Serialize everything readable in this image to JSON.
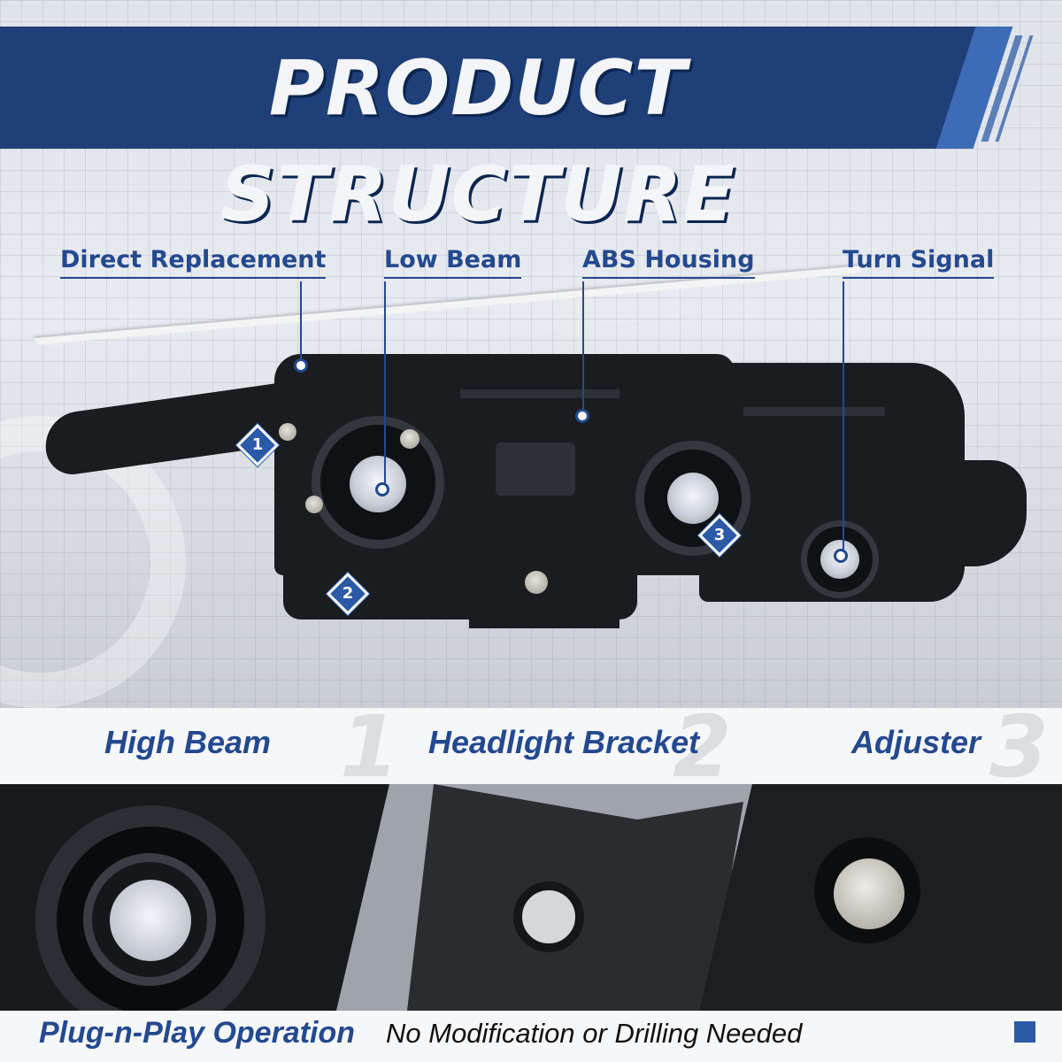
{
  "title": "PRODUCT STRUCTURE",
  "callouts": [
    {
      "label": "Direct Replacement"
    },
    {
      "label": "Low Beam"
    },
    {
      "label": "ABS Housing"
    },
    {
      "label": "Turn Signal"
    }
  ],
  "badges": [
    "1",
    "2",
    "3"
  ],
  "features": [
    {
      "label": "High Beam",
      "number": "1"
    },
    {
      "label": "Headlight Bracket",
      "number": "2"
    },
    {
      "label": "Adjuster",
      "number": "3"
    }
  ],
  "footer": {
    "emphasis": "Plug-n-Play Operation",
    "text": "No Modification or Drilling Needed"
  },
  "colors": {
    "brand_blue": "#24498f",
    "banner_blue": "#1f3f78",
    "badge_blue": "#2a5aa8"
  }
}
